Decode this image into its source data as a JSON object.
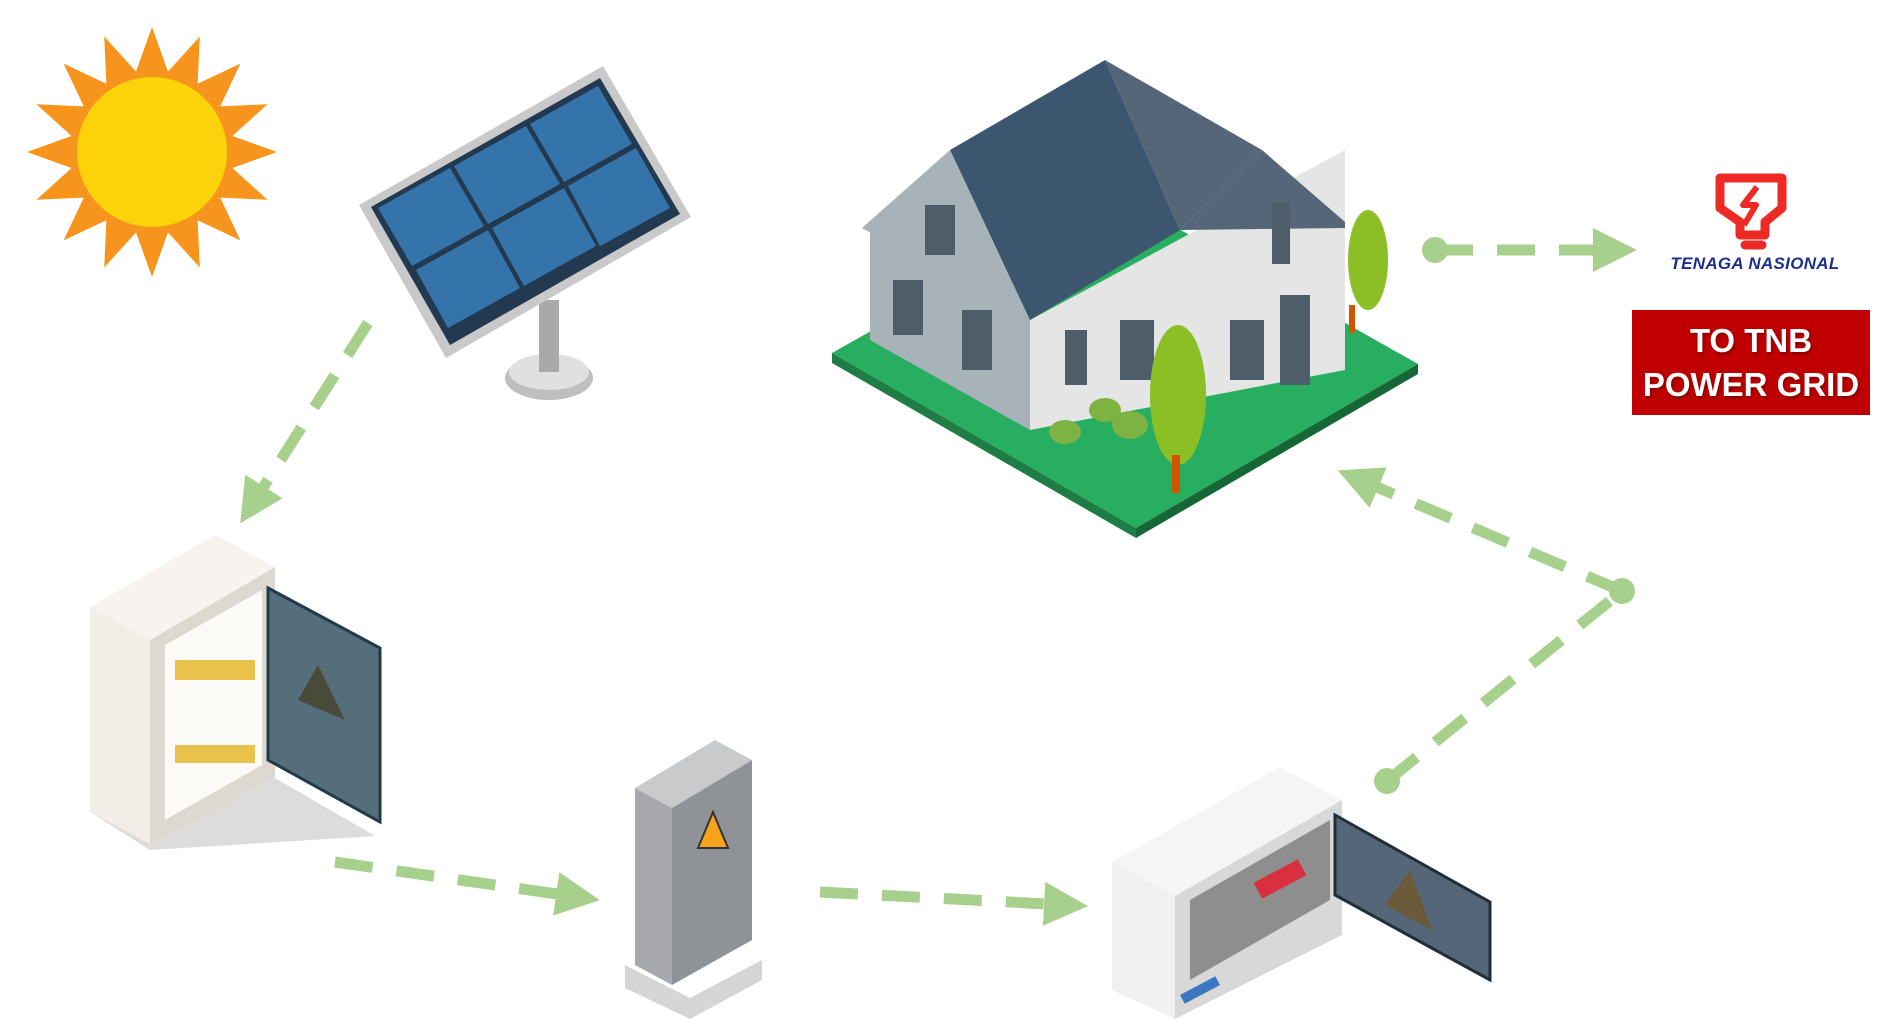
{
  "colors": {
    "flow_arrow": "#a8d08d",
    "sun_rays": "#f7941d",
    "sun_core": "#fcd20a",
    "grid_box": "#c00000",
    "tnb_logo": "#ee2a24",
    "tnb_text": "#1b2f8c"
  },
  "nodes": [
    "sun",
    "solar-panel",
    "dc-distribution-box",
    "inverter",
    "ac-distribution-box",
    "house",
    "tnb-power-grid"
  ],
  "tnb": {
    "logo_text": "TENAGA NASIONAL",
    "box_line1": "TO TNB",
    "box_line2": "POWER GRID"
  }
}
